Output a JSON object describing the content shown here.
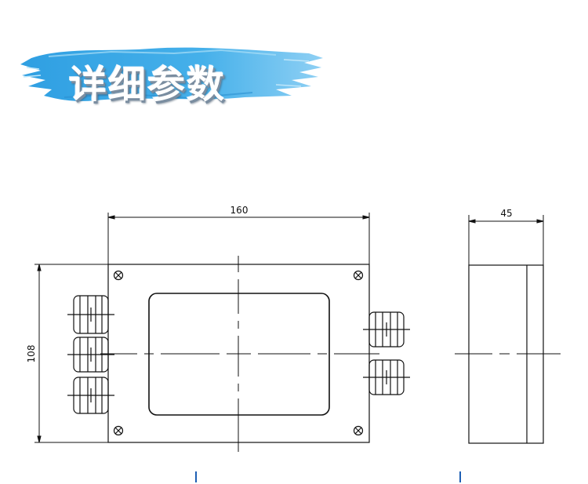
{
  "banner": {
    "title": "详细参数",
    "color": "#3fa9e6"
  },
  "drawing": {
    "dimensions": {
      "width": "160",
      "height": "108",
      "depth": "45"
    },
    "line_color": "#111111"
  },
  "markers": {
    "color": "#1e5fb4"
  }
}
